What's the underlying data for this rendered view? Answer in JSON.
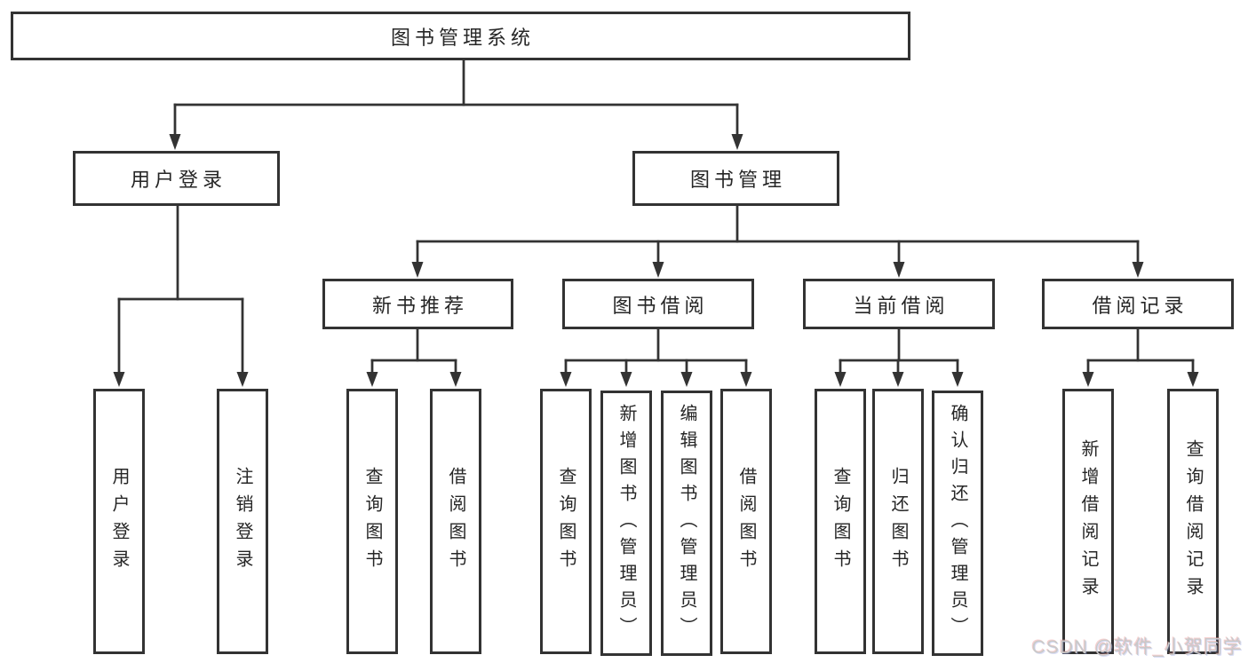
{
  "diagram": {
    "root": {
      "label": "图书管理系统"
    },
    "branches": {
      "user_login": {
        "label": "用户登录"
      },
      "book_management": {
        "label": "图书管理"
      }
    },
    "modules": {
      "new_book_recommendation": {
        "label": "新书推荐"
      },
      "book_borrowing": {
        "label": "图书借阅"
      },
      "current_borrowing": {
        "label": "当前借阅"
      },
      "borrowing_records": {
        "label": "借阅记录"
      }
    },
    "leaves": {
      "user_login": {
        "label": "用户登录"
      },
      "logout": {
        "label": "注销登录"
      },
      "recommend_query_books": {
        "label": "查询图书"
      },
      "recommend_borrow_books": {
        "label": "借阅图书"
      },
      "borrowing_query_books": {
        "label": "查询图书"
      },
      "borrowing_add_books_admin": {
        "label": "新增图书（管理员）"
      },
      "borrowing_edit_books_admin": {
        "label": "编辑图书（管理员）"
      },
      "borrowing_borrow_books": {
        "label": "借阅图书"
      },
      "current_query_books": {
        "label": "查询图书"
      },
      "current_return_books": {
        "label": "归还图书"
      },
      "current_confirm_return_admin": {
        "label": "确认归还（管理员）"
      },
      "records_add_borrow_record": {
        "label": "新增借阅记录"
      },
      "records_query_borrow_record": {
        "label": "查询借阅记录"
      }
    },
    "watermark": {
      "label": "CSDN @软件_小贺同学"
    },
    "colors": {
      "line": "#333333",
      "border": "#333333",
      "text": "#262626",
      "box_background": "#ffffff",
      "page_background": "#ffffff",
      "watermark": "#c9c9c9"
    }
  }
}
